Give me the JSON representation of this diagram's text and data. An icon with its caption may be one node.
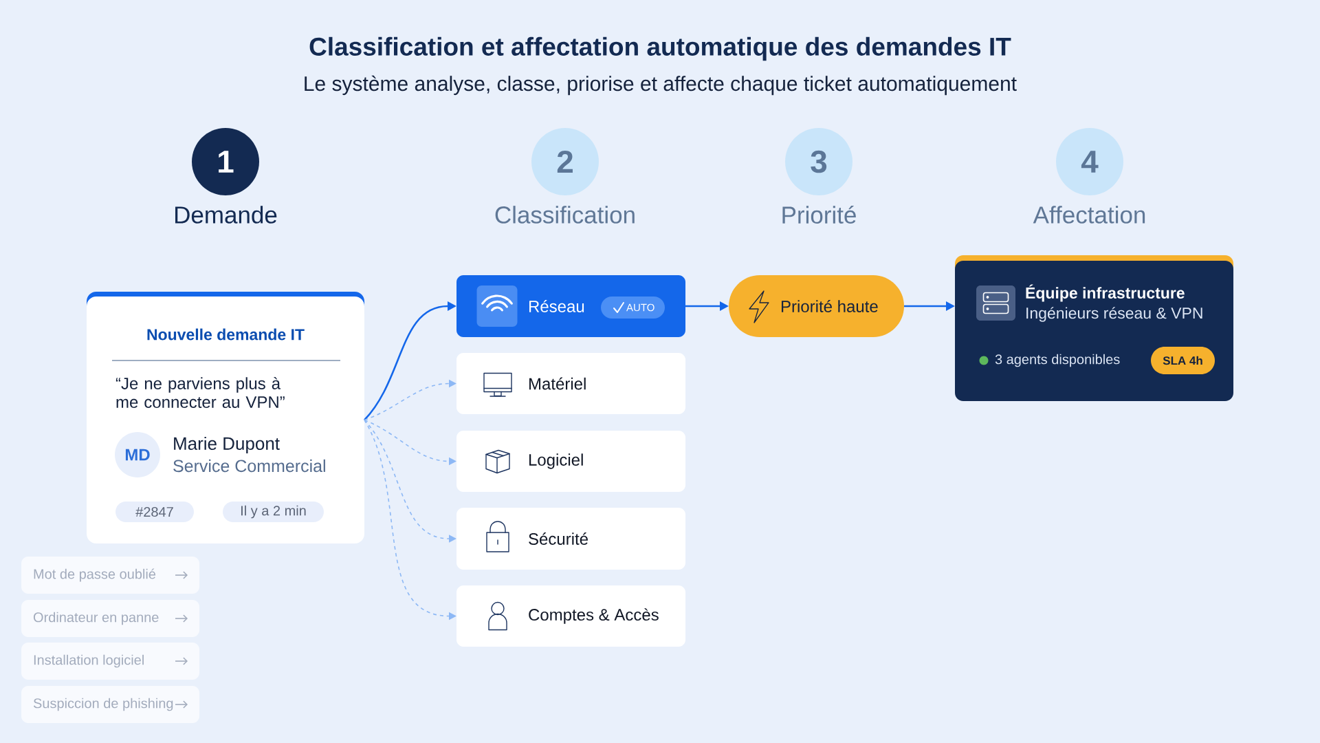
{
  "diagram": {
    "title": "Classification et affectation automatique des demandes IT",
    "nodes": [
      {
        "text": [
          "1",
          "Demande"
        ]
      },
      {
        "text": [
          "2",
          "Classification"
        ]
      },
      {
        "text": [
          "3",
          "Priorité"
        ]
      },
      {
        "text": [
          "4",
          "Affectation"
        ]
      },
      {
        "text": [
          "Nouvelle demande IT",
          "“Je ne parviens plus à me connecter au VPN”",
          "Marie Dupont",
          "Service Commercial"
        ]
      },
      {
        "text": [
          "MD"
        ],
        "in": 4
      },
      {
        "text": [
          "#2847"
        ],
        "in": 4
      },
      {
        "text": [
          "Il y a 2 min"
        ],
        "in": 4
      },
      {
        "text": [
          "Réseau"
        ]
      },
      {
        "text": [
          "AUTO"
        ],
        "in": 8
      },
      {
        "text": [
          "Matériel"
        ]
      },
      {
        "text": [
          "Logiciel"
        ]
      },
      {
        "text": [
          "Sécurité"
        ]
      },
      {
        "text": [
          "Comptes & Accès"
        ]
      },
      {
        "text": [
          "Priorité haute"
        ]
      },
      {
        "text": [
          "Équipe infrastructure",
          "Ingénieurs réseau & VPN",
          "3 agents disponibles"
        ]
      },
      {
        "text": [
          "SLA 4h"
        ],
        "in": 15
      },
      {
        "text": [
          "Mot de passe oublié"
        ]
      },
      {
        "text": [
          "Ordinateur en panne"
        ]
      },
      {
        "text": [
          "Installation logiciel"
        ]
      },
      {
        "text": [
          "Suspiccion de phishing"
        ]
      }
    ],
    "edges": [
      {
        "from": 4,
        "to": 8,
        "arrow": "to",
        "color": "#1467ea"
      },
      {
        "from": 4,
        "to": 10,
        "arrow": "to",
        "style": "dashed",
        "color": "#8db8f5"
      },
      {
        "from": 4,
        "to": 11,
        "arrow": "to",
        "style": "dashed",
        "color": "#8db8f5"
      },
      {
        "from": 4,
        "to": 12,
        "arrow": "to",
        "style": "dashed",
        "color": "#8db8f5"
      },
      {
        "from": 4,
        "to": 13,
        "arrow": "to",
        "style": "dashed",
        "color": "#8db8f5"
      },
      {
        "from": 8,
        "to": 14,
        "arrow": "to",
        "color": "#1467ea"
      },
      {
        "from": 14,
        "to": 15,
        "arrow": "to",
        "color": "#1467ea"
      }
    ],
    "labels": [
      "Le système analyse, classe, priorise et affecte chaque ticket automatiquement"
    ]
  }
}
